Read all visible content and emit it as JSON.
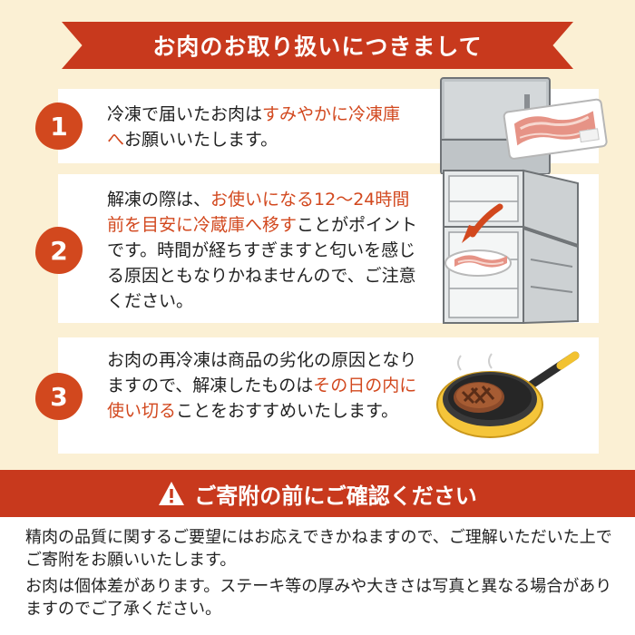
{
  "header": {
    "title": "お肉のお取り扱いにつきまして"
  },
  "steps": [
    {
      "number": "1",
      "segments": [
        {
          "text": "冷凍で届いたお肉は",
          "hl": false
        },
        {
          "text": "すみやかに冷凍庫へ",
          "hl": true
        },
        {
          "text": "お願いいたします。",
          "hl": false
        }
      ]
    },
    {
      "number": "2",
      "segments": [
        {
          "text": "解凍の際は、",
          "hl": false
        },
        {
          "text": "お使いになる12～24時間前を目安に冷蔵庫へ移す",
          "hl": true
        },
        {
          "text": "ことがポイントです。時間が経ちすぎますと匂いを感じる原因ともなりかねませんので、ご注意ください。",
          "hl": false
        }
      ]
    },
    {
      "number": "3",
      "segments": [
        {
          "text": "お肉の再冷凍は商品の劣化の原因となりますので、解凍したものは",
          "hl": false
        },
        {
          "text": "その日の内に使い切る",
          "hl": true
        },
        {
          "text": "ことをおすすめいたします。",
          "hl": false
        }
      ]
    }
  ],
  "notice": {
    "icon": "warning-icon",
    "title": "ご寄附の前にご確認ください",
    "paragraphs": [
      "精肉の品質に関するご要望にはお応えできかねますので、ご理解いただいた上でご寄附をお願いいたします。",
      "お肉は個体差があります。ステーキ等の厚みや大きさは写真と異なる場合がありますのでご了承ください。"
    ]
  },
  "colors": {
    "banner": "#c8391d",
    "accent": "#d2481e",
    "background": "#fbf0d4",
    "card": "#ffffff"
  }
}
